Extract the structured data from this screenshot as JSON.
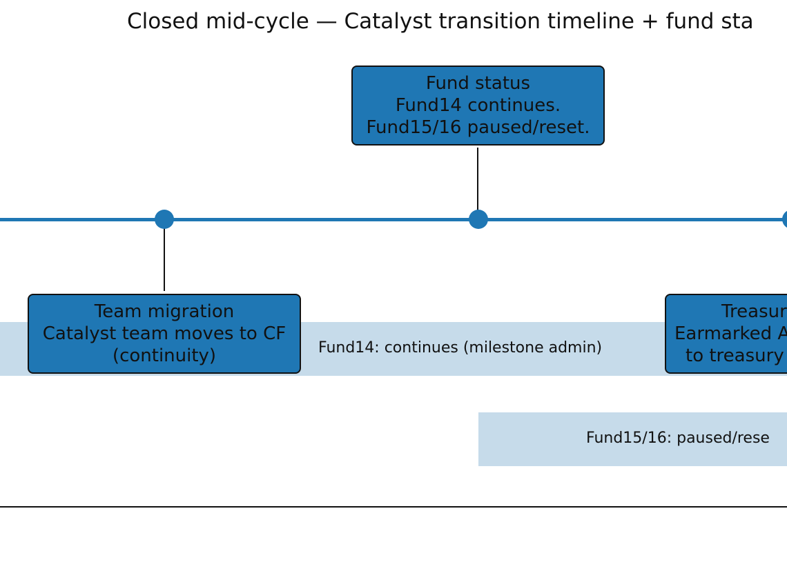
{
  "title": "Closed mid-cycle — Catalyst transition timeline + fund sta",
  "colors": {
    "accent": "#1f77b4",
    "band": "#c6dbea",
    "text": "#111111"
  },
  "events": {
    "fund_status": {
      "title": "Fund status",
      "line1": "Fund14 continues.",
      "line2": "Fund15/16 paused/reset."
    },
    "team_migration": {
      "title": "Team migration",
      "line1": "Catalyst team moves to CF",
      "line2": "(continuity)"
    },
    "treasury": {
      "title": "Treasur",
      "line1": "Earmarked A",
      "line2": "to treasury"
    }
  },
  "bands": {
    "fund14": "Fund14: continues (milestone admin)",
    "fund15_16": "Fund15/16: paused/rese"
  }
}
